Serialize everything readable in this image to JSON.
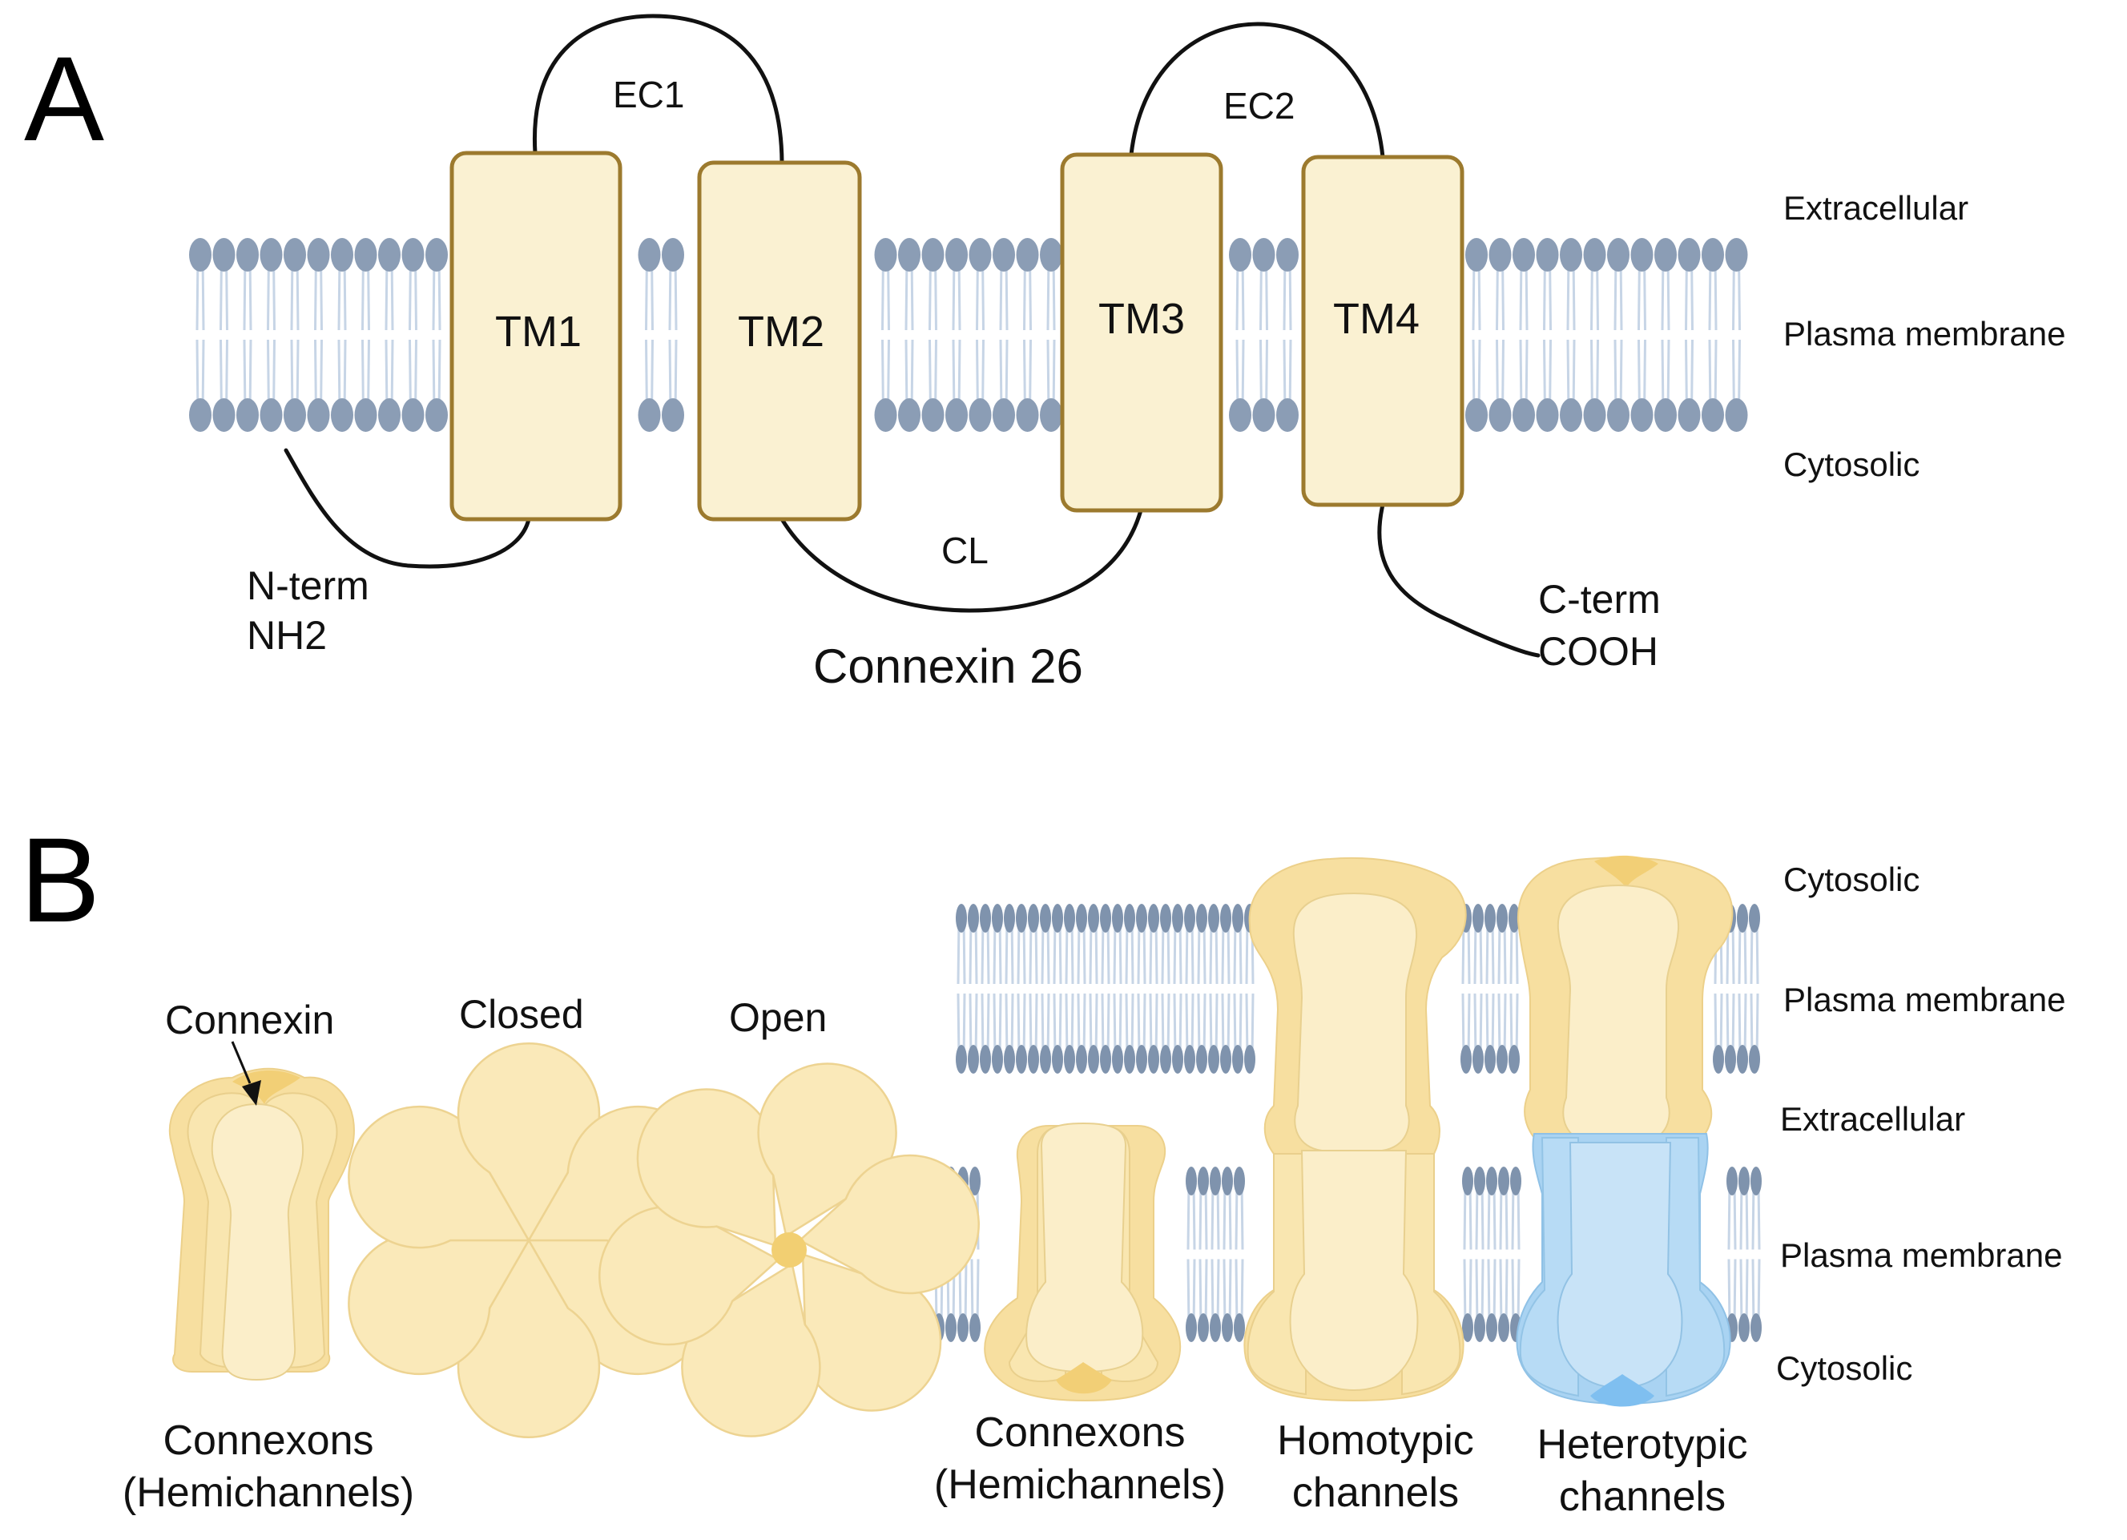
{
  "figure": {
    "panel_a": {
      "letter": "A",
      "protein_name": "Connexin 26",
      "transmembrane_domains": [
        "TM1",
        "TM2",
        "TM3",
        "TM4"
      ],
      "loops": {
        "ec1": "EC1",
        "ec2": "EC2",
        "cl": "CL"
      },
      "n_terminus": {
        "line1": "N-term",
        "line2": "NH2"
      },
      "c_terminus": {
        "line1": "C-term",
        "line2": "COOH"
      },
      "side_labels": [
        "Extracellular",
        "Plasma membrane",
        "Cytosolic"
      ]
    },
    "panel_b": {
      "letter": "B",
      "connexin_label": "Connexin",
      "closed_label": "Closed",
      "open_label": "Open",
      "connexon_caption": {
        "line1": "Connexons",
        "line2": "(Hemichannels)"
      },
      "membrane_connexon_caption": {
        "line1": "Connexons",
        "line2": "(Hemichannels)"
      },
      "homotypic_caption": {
        "line1": "Homotypic",
        "line2": "channels"
      },
      "heterotypic_caption": {
        "line1": "Heterotypic",
        "line2": "channels"
      },
      "side_labels": [
        "Cytosolic",
        "Plasma membrane",
        "Extracellular",
        "Plasma membrane",
        "Cytosolic"
      ]
    },
    "colors": {
      "membrane_head": "#8b9db5",
      "tm_fill": "#faf1d2",
      "tm_border": "#9c7a2e",
      "connexin_yellow": "#f7dfa0",
      "connexin_blue": "#a9d3f2"
    }
  }
}
